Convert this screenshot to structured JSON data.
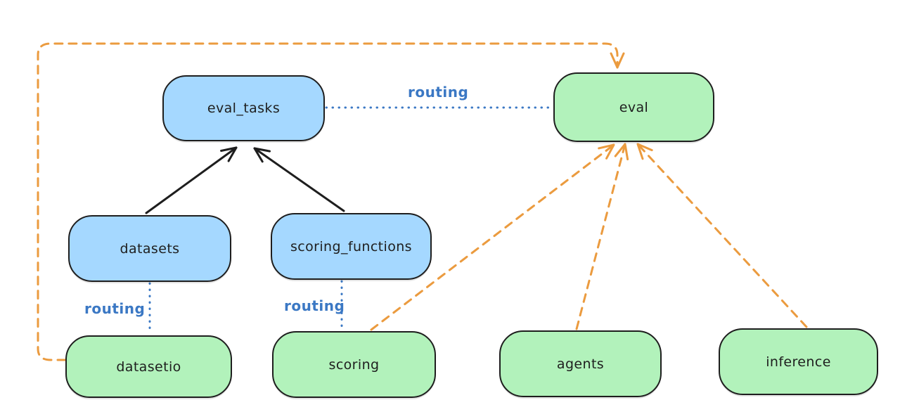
{
  "diagram": {
    "nodes": {
      "eval_tasks": {
        "label": "eval_tasks",
        "fill": "blue"
      },
      "eval": {
        "label": "eval",
        "fill": "green"
      },
      "datasets": {
        "label": "datasets",
        "fill": "blue"
      },
      "scoring_functions": {
        "label": "scoring_functions",
        "fill": "blue"
      },
      "datasetio": {
        "label": "datasetio",
        "fill": "green"
      },
      "scoring": {
        "label": "scoring",
        "fill": "green"
      },
      "agents": {
        "label": "agents",
        "fill": "green"
      },
      "inference": {
        "label": "inference",
        "fill": "green"
      }
    },
    "edges": {
      "datasets_to_eval_tasks": {
        "from": "datasets",
        "to": "eval_tasks",
        "style": "solid-arrow",
        "color_key": "ink"
      },
      "scoring_functions_to_eval_tasks": {
        "from": "scoring_functions",
        "to": "eval_tasks",
        "style": "solid-arrow",
        "color_key": "ink"
      },
      "eval_tasks_to_eval": {
        "from": "eval_tasks",
        "to": "eval",
        "style": "dotted",
        "color_key": "routing_blue",
        "label": "routing"
      },
      "datasets_to_datasetio": {
        "from": "datasets",
        "to": "datasetio",
        "style": "dotted",
        "color_key": "routing_blue",
        "label": "routing"
      },
      "scoring_functions_to_scoring": {
        "from": "scoring_functions",
        "to": "scoring",
        "style": "dotted",
        "color_key": "routing_blue",
        "label": "routing"
      },
      "datasetio_to_eval": {
        "from": "datasetio",
        "to": "eval",
        "style": "dashed-arrow",
        "color_key": "arrow_orange"
      },
      "scoring_to_eval": {
        "from": "scoring",
        "to": "eval",
        "style": "dashed-arrow",
        "color_key": "arrow_orange"
      },
      "agents_to_eval": {
        "from": "agents",
        "to": "eval",
        "style": "dashed-arrow",
        "color_key": "arrow_orange"
      },
      "inference_to_eval": {
        "from": "inference",
        "to": "eval",
        "style": "dashed-arrow",
        "color_key": "arrow_orange"
      }
    },
    "colors": {
      "background": "#ffffff",
      "ink": "#1e1e1e",
      "node_blue_fill": "#a5d8ff",
      "node_green_fill": "#b2f2bb",
      "routing_blue": "#3b78c4",
      "arrow_orange": "#eb9b3f"
    }
  }
}
